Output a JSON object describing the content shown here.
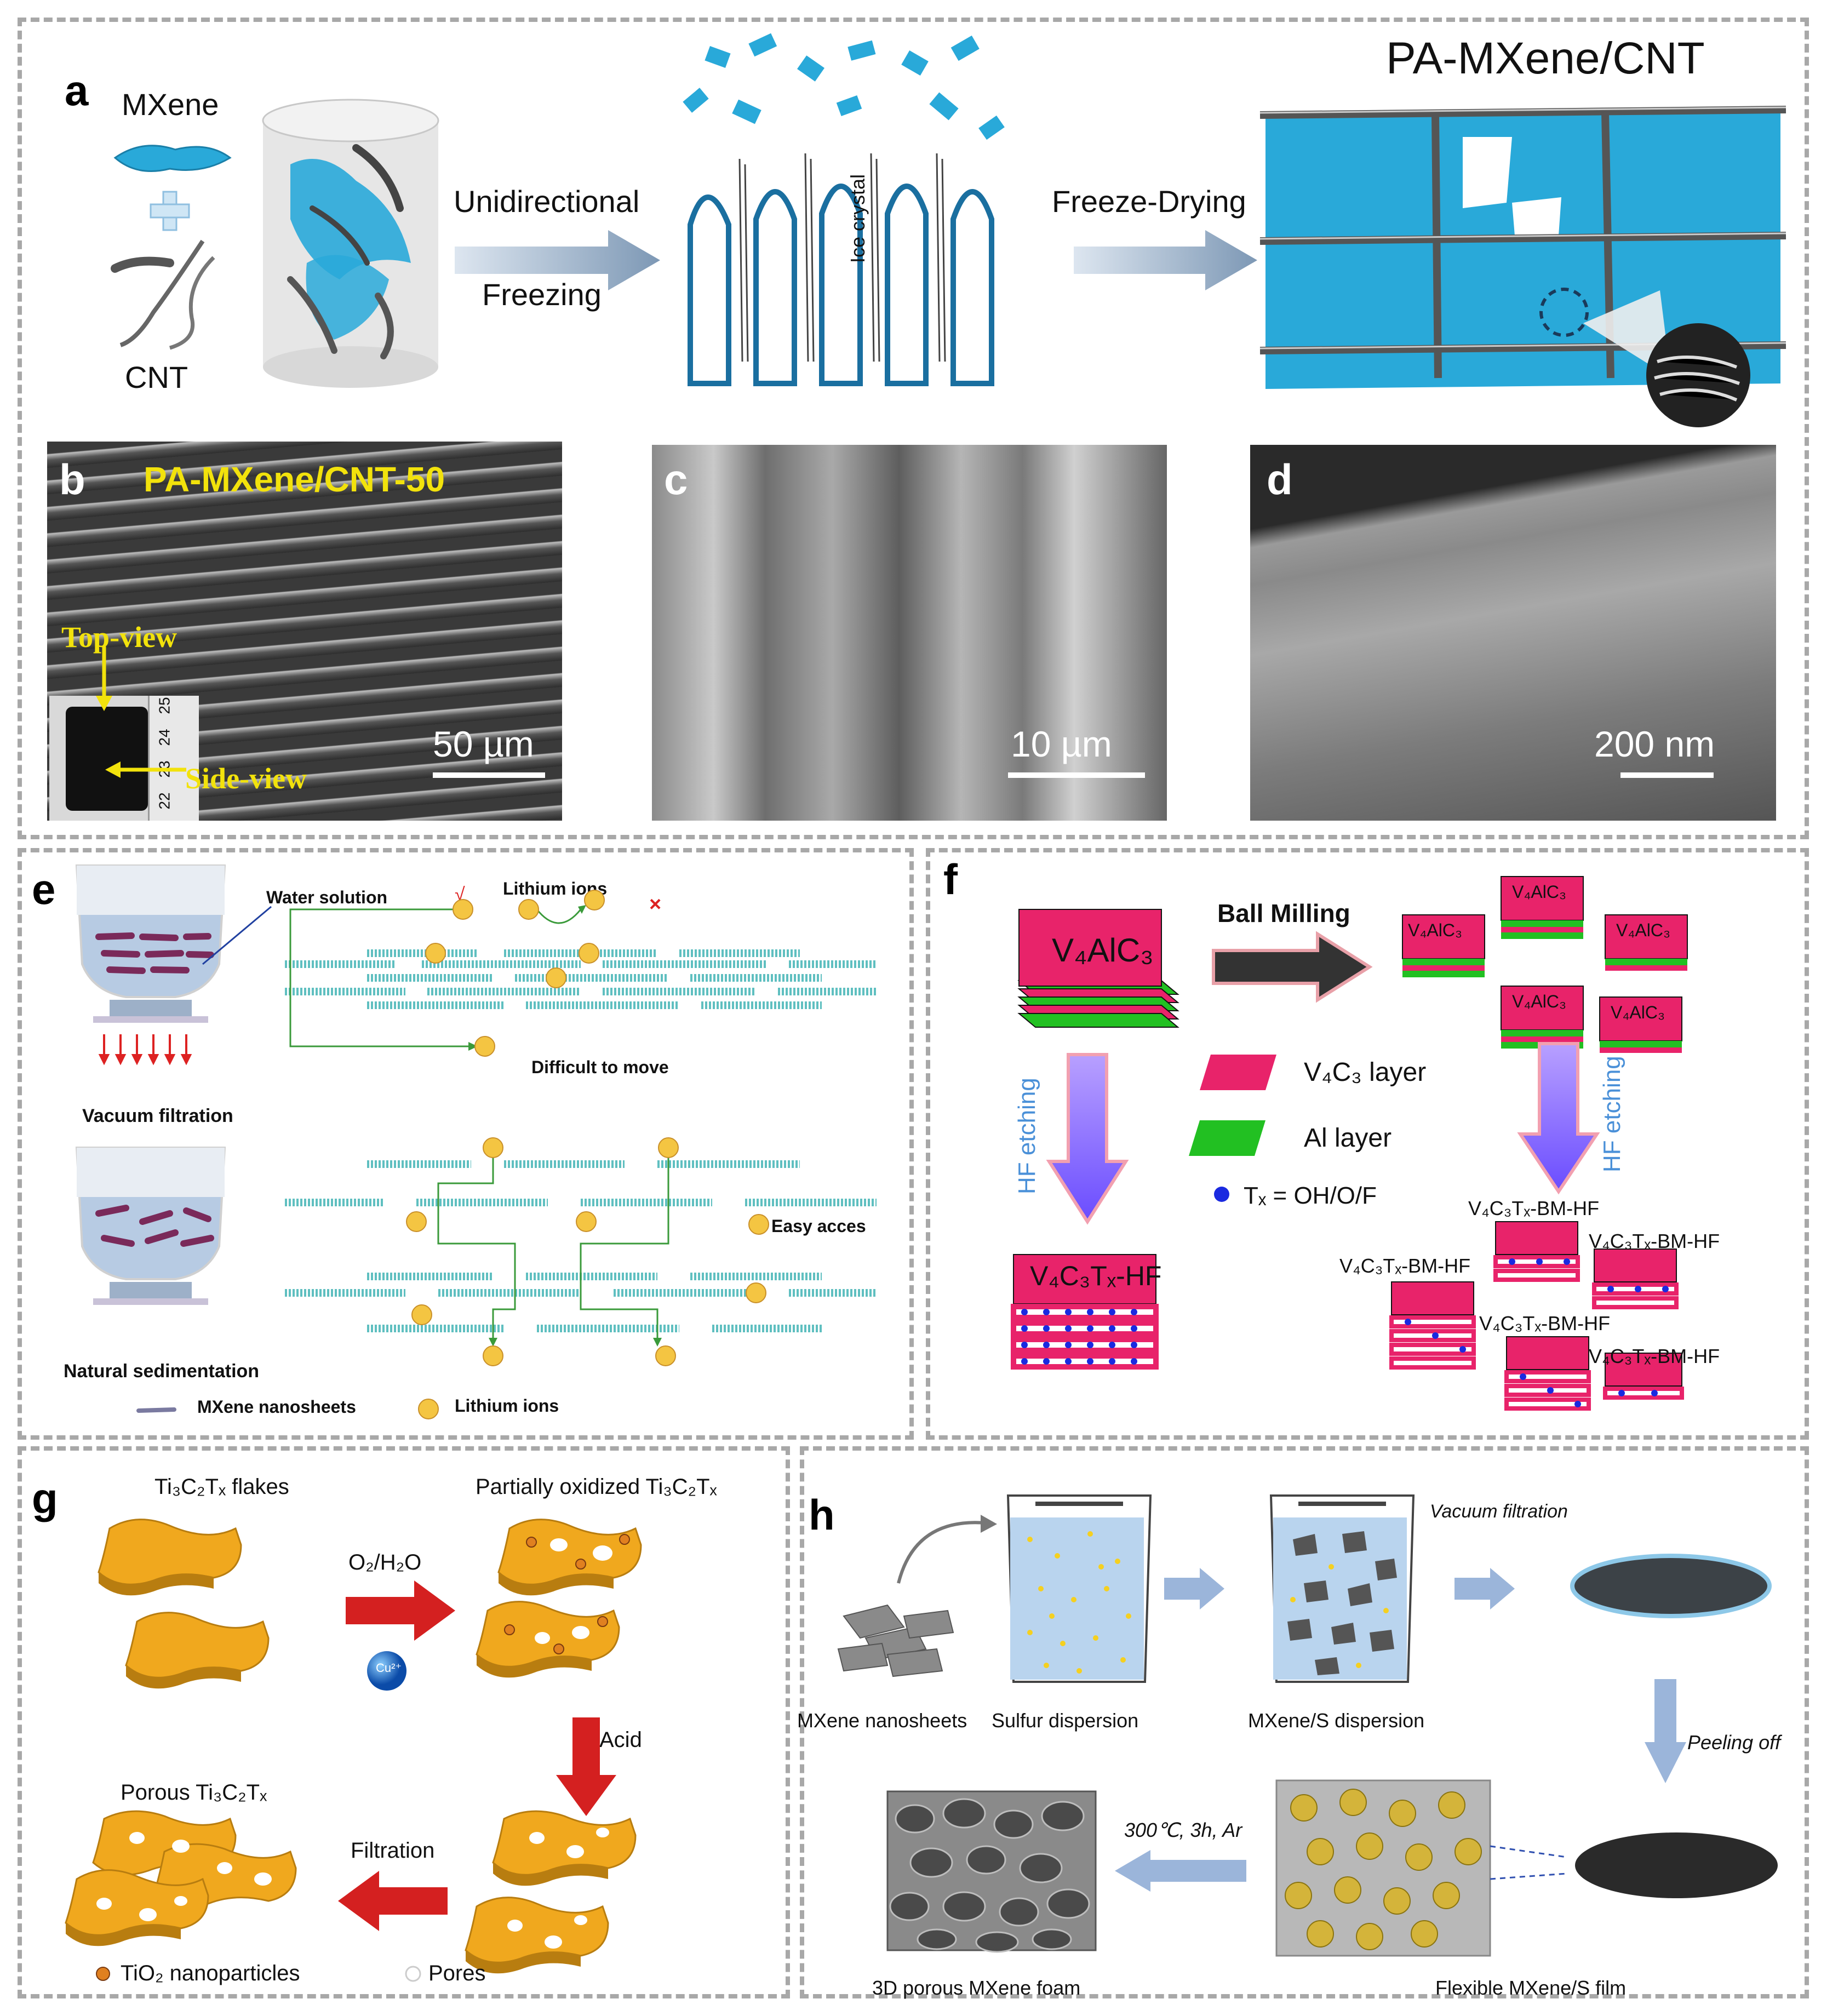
{
  "panel_a": {
    "label": "a",
    "title": "PA-MXene/CNT",
    "mxene": "MXene",
    "cnt": "CNT",
    "step1_top": "Unidirectional",
    "step1_bottom": "Freezing",
    "ice": "Ice crystal",
    "step2": "Freeze-Drying"
  },
  "panel_b": {
    "label": "b",
    "title": "PA-MXene/CNT-50",
    "top_view": "Top-view",
    "side_view": "Side-view",
    "scale": "50 µm",
    "ruler": [
      "22",
      "23",
      "24",
      "25"
    ]
  },
  "panel_c": {
    "label": "c",
    "scale": "10 µm"
  },
  "panel_d": {
    "label": "d",
    "scale": "200 nm"
  },
  "panel_e": {
    "label": "e",
    "water": "Water solution",
    "check": "√",
    "lithium_top": "Lithium ions",
    "cross": "×",
    "difficult": "Difficult to move",
    "vacuum": "Vacuum filtration",
    "easy": "Easy acces",
    "natural": "Natural sedimentation",
    "legend_mxene": "MXene nanosheets",
    "legend_li": "Lithium ions"
  },
  "panel_f": {
    "label": "f",
    "v4alc3": "V₄AlC₃",
    "ball": "Ball Milling",
    "small_v4alc3": "V₄AlC₃",
    "hf": "HF etching",
    "legend_v4c3": "V₄C₃ layer",
    "legend_al": "Al  layer",
    "legend_tx": "Tₓ = OH/O/F",
    "v4c3tx_hf": "V₄C₃Tₓ-HF",
    "bm_hf": "V₄C₃Tₓ-BM-HF"
  },
  "panel_g": {
    "label": "g",
    "flakes": "Ti₃C₂Tₓ flakes",
    "partial": "Partially oxidized Ti₃C₂Tₓ",
    "o2": "O₂/H₂O",
    "cu": "Cu²⁺",
    "acid": "Acid",
    "porous": "Porous Ti₃C₂Tₓ",
    "filtration": "Filtration",
    "tio2": "TiO₂ nanoparticles",
    "pores": "Pores"
  },
  "panel_h": {
    "label": "h",
    "vacuum": "Vacuum filtration",
    "mxene": "MXene nanosheets",
    "sulfur": "Sulfur dispersion",
    "mxs": "MXene/S dispersion",
    "peeling": "Peeling off",
    "condition": "300℃, 3h, Ar",
    "foam": "3D porous MXene foam",
    "film": "Flexible MXene/S film"
  },
  "colors": {
    "mxene_blue": "#29a9d9",
    "magenta": "#e8236a",
    "green": "#22c022",
    "gold": "#f0a81e",
    "arrow_red": "#d42020",
    "arrow_blue": "#9bb5da",
    "panel_border": "#a8a8a8"
  }
}
